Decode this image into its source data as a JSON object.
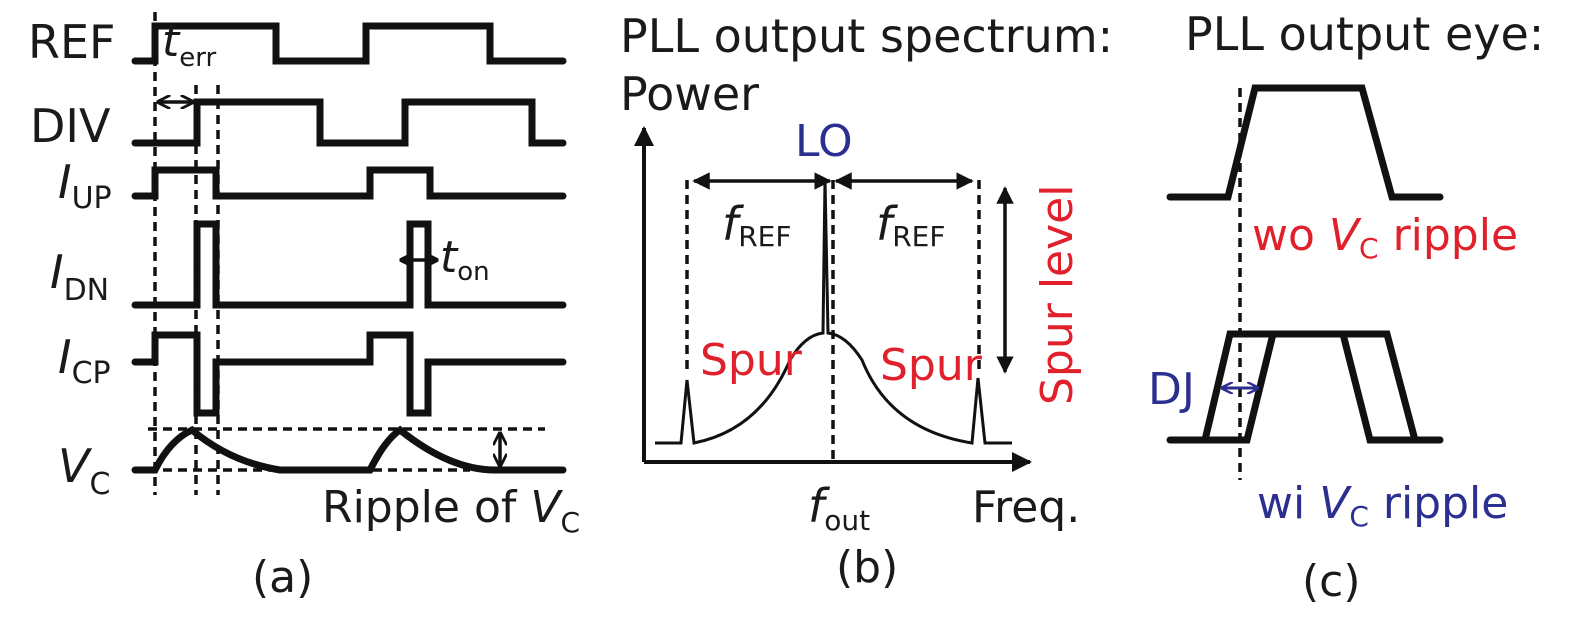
{
  "colors": {
    "ink": "#111111",
    "red": "#e0202a",
    "blue": "#2b2f8f"
  },
  "panel_a": {
    "signals": [
      "REF",
      "DIV",
      "I",
      "I",
      "I",
      "V"
    ],
    "signal_subs": [
      "",
      "",
      "UP",
      "DN",
      "CP",
      "C"
    ],
    "t_err": "t",
    "t_err_sub": "err",
    "t_on": "t",
    "t_on_sub": "on",
    "ripple_label": "Ripple of ",
    "ripple_var": "V",
    "ripple_sub": "C",
    "caption": "(a)"
  },
  "panel_b": {
    "title": "PLL output spectrum:",
    "y_axis": "Power",
    "x_axis": "Freq.",
    "lo_label": "LO",
    "fref_left": "f",
    "fref_left_sub": "REF",
    "fref_right": "f",
    "fref_right_sub": "REF",
    "spur_left": "Spur",
    "spur_right": "Spur",
    "spur_level": "Spur level",
    "fout": "f",
    "fout_sub": "out",
    "caption": "(b)"
  },
  "panel_c": {
    "title": "PLL output eye:",
    "wo_label_pre": "wo ",
    "wo_var": "V",
    "wo_sub": "C",
    "wo_label_post": " ripple",
    "dj_label": "DJ",
    "wi_label_pre": "wi ",
    "wi_var": "V",
    "wi_sub": "C",
    "wi_label_post": " ripple",
    "caption": "(c)"
  }
}
